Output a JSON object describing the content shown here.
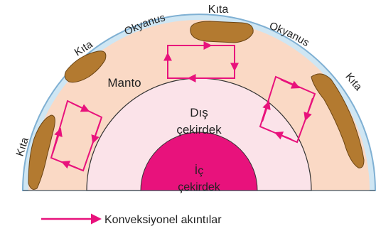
{
  "labels": {
    "crust_top": "Kıta",
    "crust_upper_left": "Kıta",
    "crust_left": "Kıta",
    "crust_right": "Kıta",
    "ocean_left": "Okyanus",
    "ocean_right": "Okyanus",
    "mantle": "Manto",
    "outer_core_line1": "Dış",
    "outer_core_line2": "çekirdek",
    "inner_core_line1": "İç",
    "inner_core_line2": "çekirdek"
  },
  "legend": {
    "label": "Konveksiyonel akıntılar"
  },
  "colors": {
    "mantle": "#fad9c5",
    "outer_core": "#fbe3e9",
    "inner_core": "#e8127c",
    "ocean": "#cfe6f3",
    "ocean_stroke": "#7fb0d3",
    "continent": "#b37a30",
    "arrow": "#e8127c"
  }
}
